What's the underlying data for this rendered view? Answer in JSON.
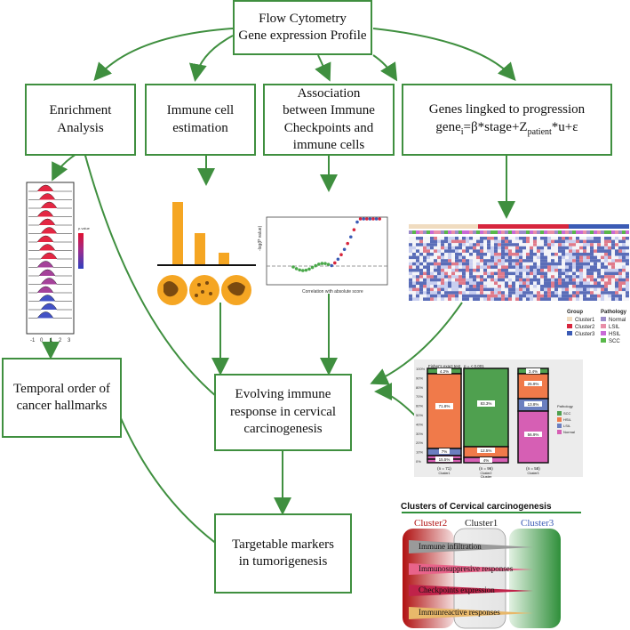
{
  "boxes": {
    "top": {
      "line1": "Flow Cytometry",
      "line2": "Gene expression Profile"
    },
    "enrichment": {
      "line1": "Enrichment",
      "line2": "Analysis"
    },
    "immune_cell": {
      "line1": "Immune cell",
      "line2": "estimation"
    },
    "association": {
      "line1": "Association",
      "line2": "between Immune",
      "line3": "Checkpoints and",
      "line4": "immune cells"
    },
    "genes": {
      "line1": "Genes lingked to progression",
      "line2_pre": "gene",
      "line2_sub": "i",
      "line2_mid": "=β*stage+Z",
      "line2_sub2": "patient",
      "line2_post": "*u+ε"
    },
    "temporal": {
      "line1": "Temporal order of",
      "line2": "cancer hallmarks"
    },
    "evolving": {
      "line1": "Evolving immune",
      "line2": "response in cervical",
      "line3": "carcinogenesis"
    },
    "targetable": {
      "line1": "Targetable markers",
      "line2": "in tumorigenesis"
    }
  },
  "ridge_plot": {
    "legend_title": "p.value",
    "x_ticks": [
      "-1",
      "0",
      "1",
      "2",
      "3"
    ]
  },
  "volcano": {
    "ylabel": "-log(P value)",
    "xlabel": "Correlation with absolute score"
  },
  "heatmap_legend": {
    "group_title": "Group",
    "groups": [
      "Cluster1",
      "Cluster2",
      "Cluster3"
    ],
    "pathology_title": "Pathology",
    "pathologies": [
      "Normal",
      "LSIL",
      "HSIL",
      "SCC"
    ]
  },
  "mosaic": {
    "test_label": "Fisher's exact test",
    "p_label": "p = < 0.001",
    "legend_title": "Pathology",
    "legend_items": [
      "SCC",
      "HSIL",
      "LSIL",
      "Normal"
    ],
    "col1": {
      "pct_top": "4.2%",
      "pct_mid": "71.8%",
      "pct_low": "7%",
      "pct_bot": "15.5%",
      "n": "(n = 71)",
      "name": "Cluster1"
    },
    "col2": {
      "pct_mid": "83.3%",
      "pct_low": "12.5%",
      "pct_bot": "4%",
      "n": "(n = 96)",
      "name": "Cluster2"
    },
    "col3": {
      "pct_top": "3.4%",
      "pct_a": "25.9%",
      "pct_b": "13.8%",
      "pct_bot": "56.9%",
      "n": "(n = 58)",
      "name": "Cluster3"
    },
    "xlabel": "Cluster",
    "y_ticks": [
      "100%",
      "90%",
      "80%",
      "70%",
      "60%",
      "50%",
      "40%",
      "30%",
      "20%",
      "10%",
      "0%"
    ]
  },
  "clusters_panel": {
    "title": "Clusters of Cervical carcinogenesis",
    "col_labels": [
      "Cluster2",
      "Cluster1",
      "Cluster3"
    ],
    "bands": [
      "Immune infiltration",
      "Immunosuppresive responses",
      "Checkpoints expression",
      "Immunreactive responses"
    ]
  },
  "colors": {
    "arrow_green": "#3f8f3f",
    "orange": "#f5a623",
    "cluster1": "#f0dcc0",
    "cluster2": "#d7263d",
    "cluster3": "#3b5bb5",
    "normal": "#9b8bc9",
    "lsil": "#e88fa8",
    "hsil": "#c86ad6",
    "scc": "#59b84a",
    "mosaic_green": "#4fa04f",
    "mosaic_orange": "#f07a4a",
    "mosaic_blue": "#6b7fc0",
    "mosaic_pink": "#d65fb4"
  }
}
